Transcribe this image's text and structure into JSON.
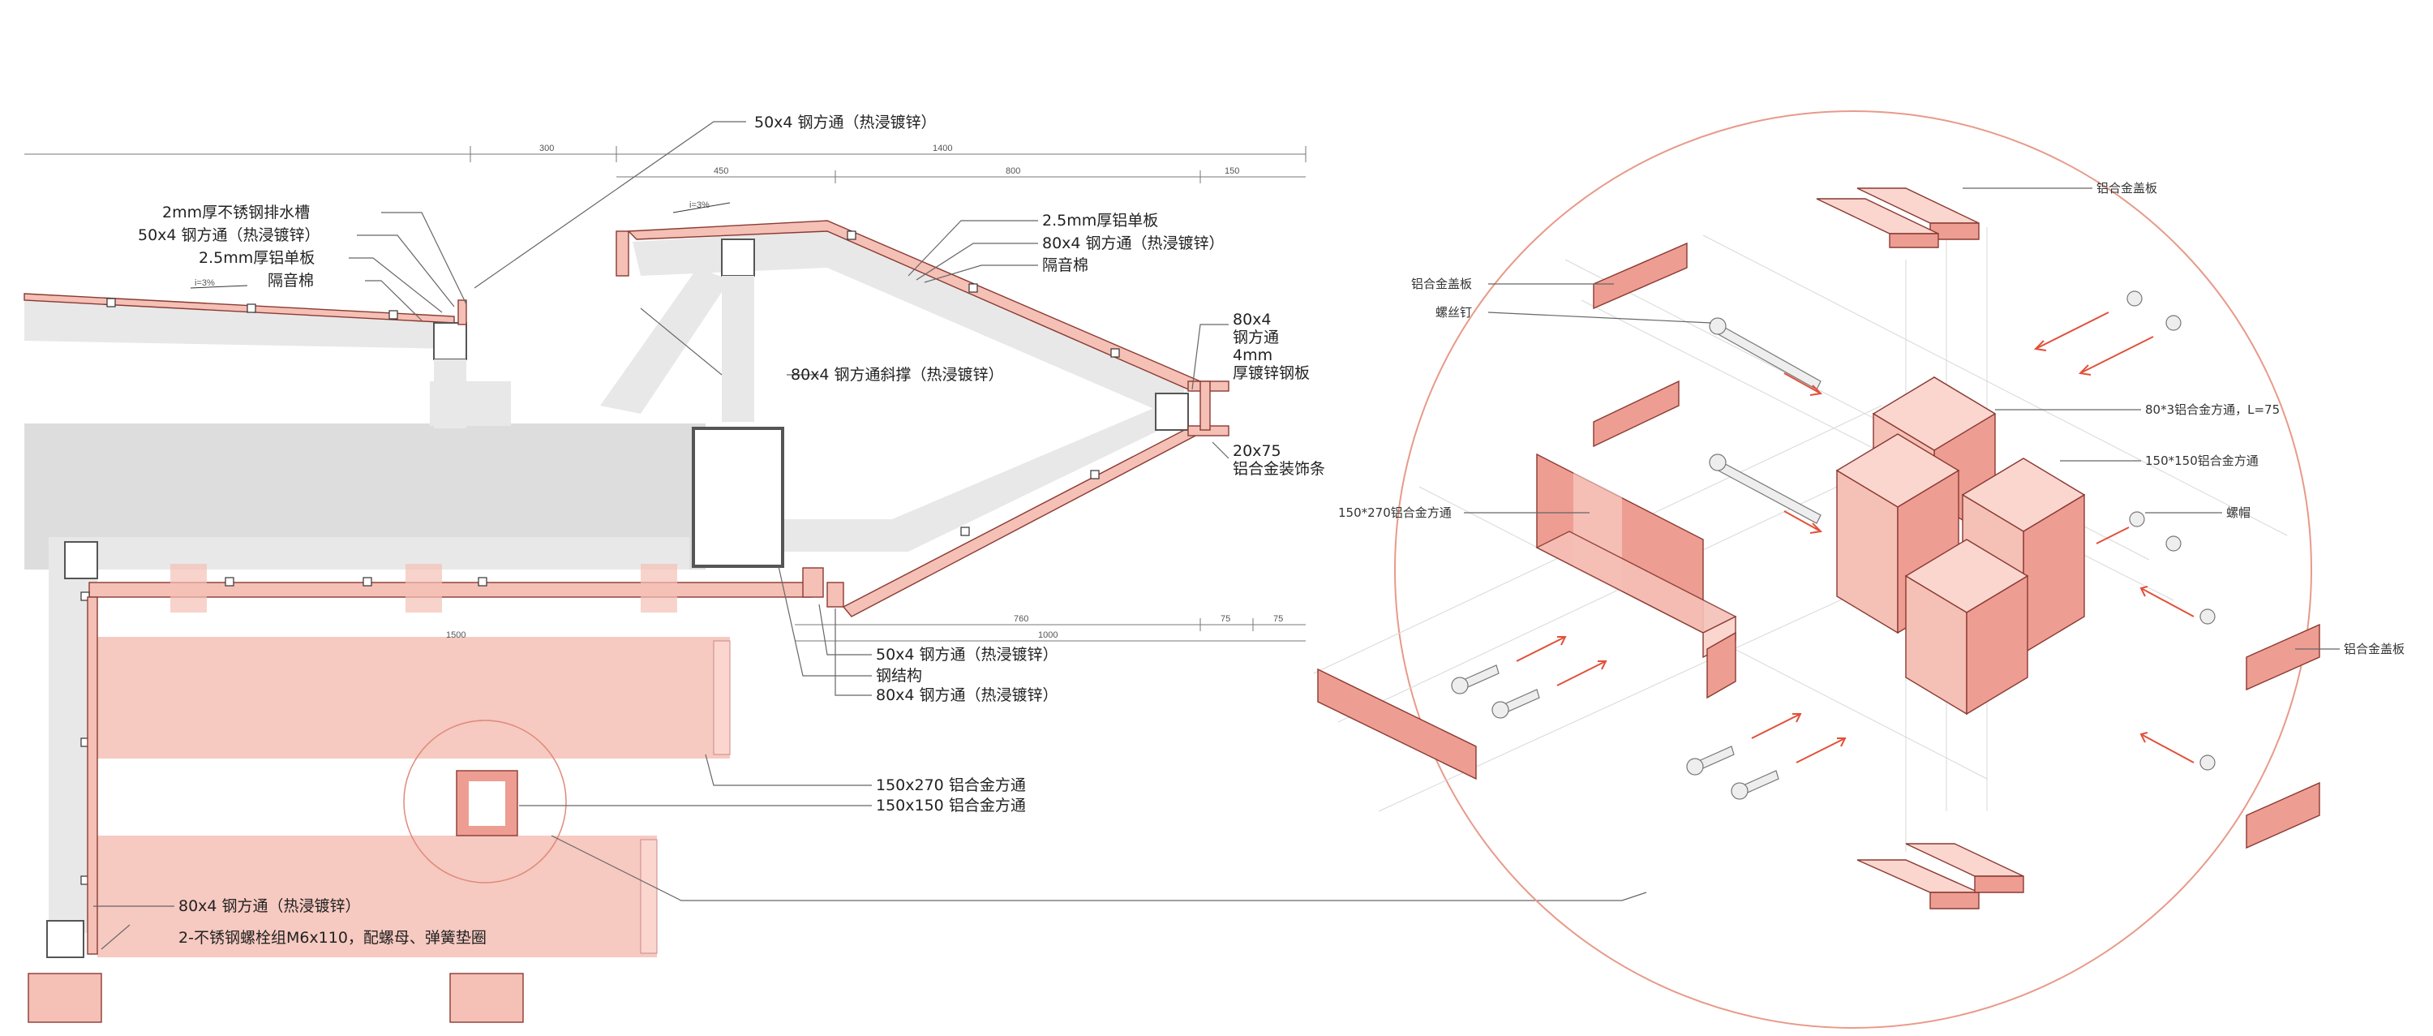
{
  "section_labels": {
    "steel_50x4_top": "50x4 钢方通（热浸镀锌）",
    "gutter_2mm": "2mm厚不锈钢排水槽",
    "steel_50x4_left": "50x4 钢方通（热浸镀锌）",
    "alu_plate_left": "2.5mm厚铝单板",
    "insulation_left": "隔音棉",
    "alu_plate_right": "2.5mm厚铝单板",
    "steel_80x4_right": "80x4 钢方通（热浸镀锌）",
    "insulation_right": "隔音棉",
    "steel_80x4_brace": "80x4 钢方通斜撑（热浸镀锌）",
    "tip_80x4_l1": "80x4",
    "tip_80x4_l2": "钢方通",
    "tip_80x4_l3": "4mm",
    "tip_80x4_l4": "厚镀锌钢板",
    "trim_20x75_l1": "20x75",
    "trim_20x75_l2": "铝合金装饰条",
    "steel_50x4_bottom": "50x4 钢方通（热浸镀锌）",
    "steel_structure": "钢结构",
    "steel_80x4_bottom": "80x4 钢方通（热浸镀锌）",
    "alu_150x270": "150x270 铝合金方通",
    "alu_150x150": "150x150 铝合金方通",
    "steel_80x4_lower": "80x4 钢方通（热浸镀锌）",
    "bolt_group": "2-不锈钢螺栓组M6x110，配螺母、弹簧垫圈",
    "slope_left": "i=3%",
    "slope_top": "i=3%"
  },
  "dimensions": {
    "d300": "300",
    "d1400": "1400",
    "d450": "450",
    "d800": "800",
    "d150": "150",
    "d760": "760",
    "d75a": "75",
    "d75b": "75",
    "d1000": "1000",
    "d1500": "1500"
  },
  "axon_labels": {
    "cover_top_right": "铝合金盖板",
    "cover_top_left": "铝合金盖板",
    "screw": "螺丝钉",
    "alu_80x3": "80*3铝合金方通，L=75",
    "alu_150x150": "150*150铝合金方通",
    "alu_150x270": "150*270铝合金方通",
    "nut": "螺帽",
    "cover_right": "铝合金盖板"
  },
  "colors": {
    "accent": "#e2503a",
    "pink": "#f5c0b6",
    "pink_dark": "#ee9d92",
    "gray": "#dddddd"
  }
}
